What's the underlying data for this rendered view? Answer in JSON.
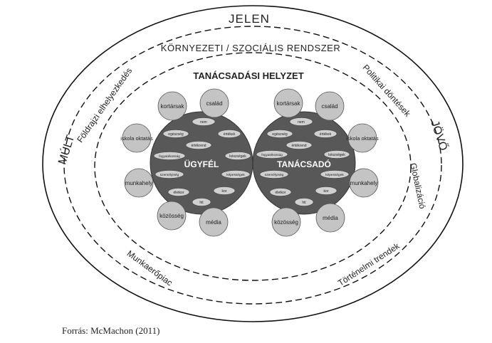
{
  "outer": {
    "title": "JELEN",
    "left": "MÚLT",
    "right": "JÖVŐ"
  },
  "middle": {
    "top": "KÖRNYEZETI / SZOCIÁLIS RENDSZER",
    "upper_left": "Földrajzi elhelyezkedés",
    "upper_right": "Politikai döntések",
    "right": "Globalizáció",
    "lower_left": "Munkaerőpiac",
    "lower_right": "Történelmi trendek"
  },
  "center_title": "TANÁCSADÁSI HELYZET",
  "client": {
    "label": "ÜGYFÉL",
    "outer_circles": [
      "kortársak",
      "család",
      "iskola oktatás",
      "munkahely",
      "közösség",
      "média"
    ],
    "inner_ovals": [
      "nem",
      "egészség",
      "értékek",
      "értékrend",
      "fogyatékosság",
      "készségek",
      "személyiség",
      "képességek",
      "életkor",
      "kor",
      "hit"
    ]
  },
  "counselor": {
    "label": "TANÁCSADÓ",
    "outer_circles": [
      "kortársak",
      "család",
      "iskola oktatás",
      "munkahely",
      "közösség",
      "média"
    ],
    "inner_ovals": [
      "nem",
      "egészség",
      "értékek",
      "értékrend",
      "fogyatékosság",
      "készségek",
      "személyiség",
      "képességek",
      "életkor",
      "kor",
      "hit"
    ]
  },
  "caption": "Forrás: McMachon (2011)"
}
